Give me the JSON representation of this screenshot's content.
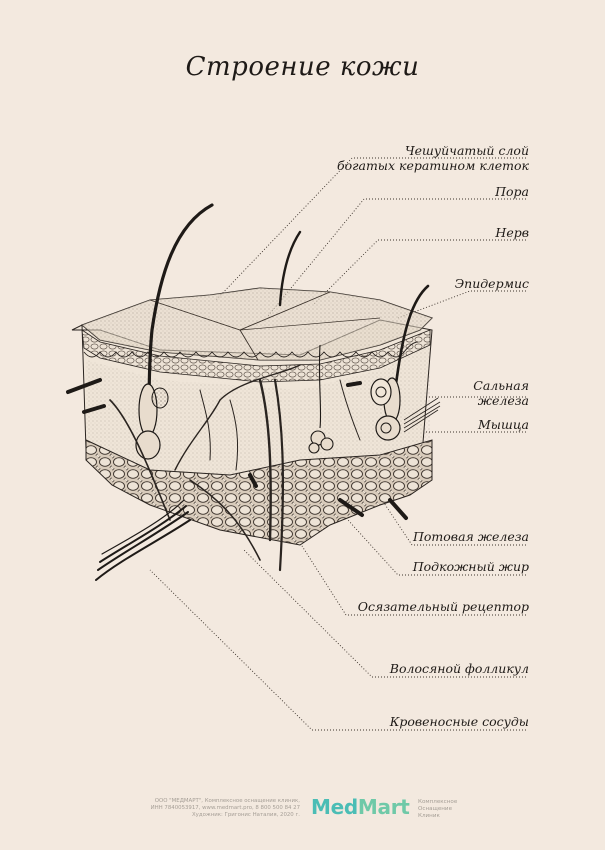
{
  "title": "Строение кожи",
  "labels": {
    "stratum_corneum_line1": "Чешуйчатый слой",
    "stratum_corneum_line2": "богатых кератином клеток",
    "pore": "Пора",
    "nerve": "Нерв",
    "epidermis": "Эпидермис",
    "sebaceous_line1": "Сальная",
    "sebaceous_line2": "железа",
    "muscle": "Мышца",
    "sweat_gland": "Потовая железа",
    "subcutaneous_fat": "Подкожный жир",
    "touch_receptor": "Осязательный рецептор",
    "hair_follicle": "Волосяной фолликул",
    "blood_vessels": "Кровеносные сосуды"
  },
  "footer": {
    "line1": "ООО \"МЕДМАРТ\", Комплексное оснащение клиник,",
    "line2": "ИНН 7840053917, www.medmart.pro, 8 800 500 84 27",
    "line3": "Художник: Григонис Наталия, 2020 г.",
    "logo_part1": "Med",
    "logo_part2": "Mart",
    "logo_sub1": "Комплексное",
    "logo_sub2": "Оснащение",
    "logo_sub3": "Клиник"
  },
  "colors": {
    "background": "#f3e9df",
    "ink": "#1e1a17",
    "logo_med": "#4bbdb5",
    "logo_mart": "#6fc9a8",
    "footer_text": "#a59e96"
  }
}
